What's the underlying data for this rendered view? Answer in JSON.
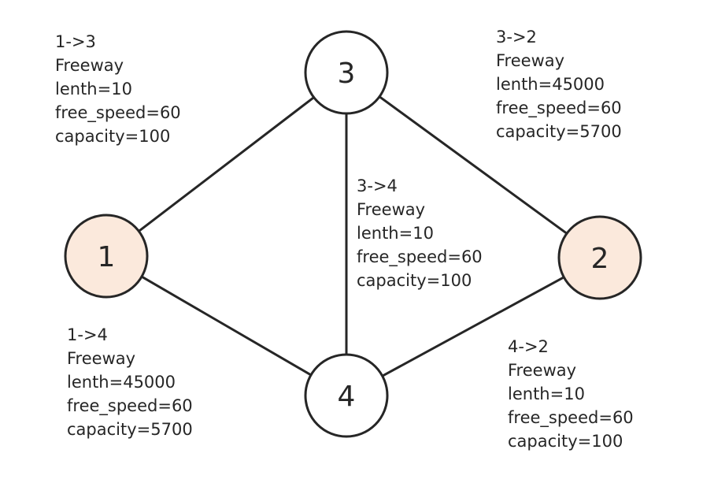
{
  "colors": {
    "origin_destination_fill": "#fbe9dc",
    "intermediate_fill": "#ffffff",
    "stroke": "#262626",
    "text": "#262626"
  },
  "nodes": [
    {
      "id": "1",
      "label": "1",
      "type": "origin_destination"
    },
    {
      "id": "2",
      "label": "2",
      "type": "origin_destination"
    },
    {
      "id": "3",
      "label": "3",
      "type": "intermediate"
    },
    {
      "id": "4",
      "label": "4",
      "type": "intermediate"
    }
  ],
  "edges": [
    {
      "from": "1",
      "to": "3"
    },
    {
      "from": "1",
      "to": "4"
    },
    {
      "from": "3",
      "to": "2"
    },
    {
      "from": "3",
      "to": "4"
    },
    {
      "from": "4",
      "to": "2"
    }
  ],
  "links": {
    "l13": {
      "direction": "1->3",
      "type": "Freeway",
      "length": "lenth=10",
      "free_speed": "free_speed=60",
      "capacity": "capacity=100"
    },
    "l32": {
      "direction": "3->2",
      "type": "Freeway",
      "length": "lenth=45000",
      "free_speed": "free_speed=60",
      "capacity": "capacity=5700"
    },
    "l34": {
      "direction": "3->4",
      "type": "Freeway",
      "length": "lenth=10",
      "free_speed": "free_speed=60",
      "capacity": "capacity=100"
    },
    "l14": {
      "direction": "1->4",
      "type": "Freeway",
      "length": "lenth=45000",
      "free_speed": "free_speed=60",
      "capacity": "capacity=5700"
    },
    "l42": {
      "direction": "4->2",
      "type": "Freeway",
      "length": "lenth=10",
      "free_speed": "free_speed=60",
      "capacity": "capacity=100"
    }
  }
}
